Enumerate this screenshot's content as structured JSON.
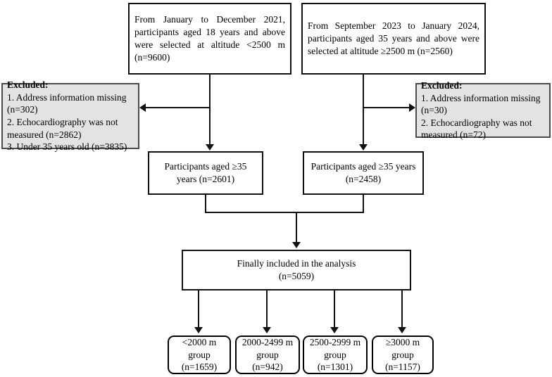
{
  "diagram": {
    "title": "Participant selection flow chart",
    "type": "flowchart",
    "boxes": {
      "source_low_altitude": {
        "text": "From January to December 2021, participants aged 18 years and above were selected at altitude <2500 m (n=9600)"
      },
      "source_high_altitude": {
        "text": "From September 2023 to January 2024, participants aged 35 years and above were selected at altitude ≥2500 m (n=2560)"
      },
      "excluded_left": {
        "title": "Excluded:",
        "items": [
          "1. Address information missing (n=302)",
          "2. Echocardiography was not measured (n=2862)",
          "3. Under 35 years old (n=3835)"
        ]
      },
      "excluded_right": {
        "title": "Excluded:",
        "items": [
          "1. Address information missing (n=30)",
          "2. Echocardiography was not measured (n=72)"
        ]
      },
      "eligible_left": {
        "line1": "Participants aged ≥35",
        "line2": "years (n=2601)"
      },
      "eligible_right": {
        "line1": "Participants aged ≥35 years",
        "line2": "(n=2458)"
      },
      "final_included": {
        "line1": "Finally included in the analysis",
        "line2": "(n=5059)"
      }
    },
    "groups": [
      {
        "line1": "<2000 m",
        "line2": "group",
        "line3": "(n=1659)"
      },
      {
        "line1": "2000-2499 m",
        "line2": "group",
        "line3": "(n=942)"
      },
      {
        "line1": "2500-2999 m",
        "line2": "group",
        "line3": "(n=1301)"
      },
      {
        "line1": "≥3000 m",
        "line2": "group",
        "line3": "(n=1157)"
      }
    ],
    "colors": {
      "stroke": "#111111",
      "excluded_fill": "#e3e3e3",
      "excluded_stroke": "#4b4b4b",
      "background": "#ffffff"
    }
  }
}
